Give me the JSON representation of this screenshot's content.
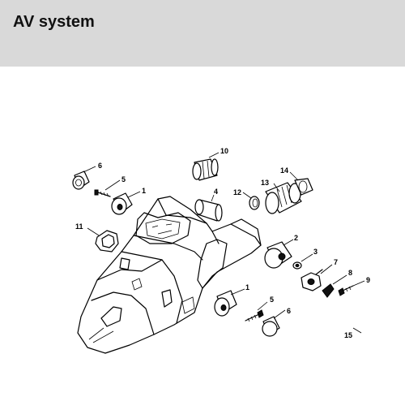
{
  "header": {
    "title": "AV system"
  },
  "callouts": [
    "1",
    "1",
    "2",
    "3",
    "4",
    "5",
    "5",
    "6",
    "6",
    "7",
    "8",
    "9",
    "10",
    "11",
    "12",
    "13",
    "14",
    "15"
  ]
}
